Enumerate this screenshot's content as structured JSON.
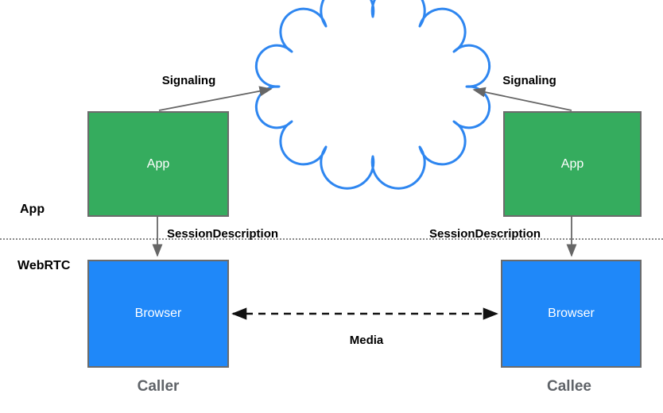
{
  "colors": {
    "app_fill": "#35AC5E",
    "browser_fill": "#1F88F9",
    "cloud_stroke": "#2E86F0",
    "box_border": "#6b6b6b",
    "arrow": "#666666",
    "media_arrow": "#111111",
    "divider": "#8a8a8a",
    "footer_text": "#5f6368"
  },
  "lanes": {
    "top": "App",
    "bottom": "WebRTC"
  },
  "caller": {
    "app": "App",
    "browser": "Browser",
    "signaling": "Signaling",
    "session": "SessionDescription",
    "footer": "Caller"
  },
  "callee": {
    "app": "App",
    "browser": "Browser",
    "signaling": "Signaling",
    "session": "SessionDescription",
    "footer": "Callee"
  },
  "media": {
    "label": "Media"
  }
}
